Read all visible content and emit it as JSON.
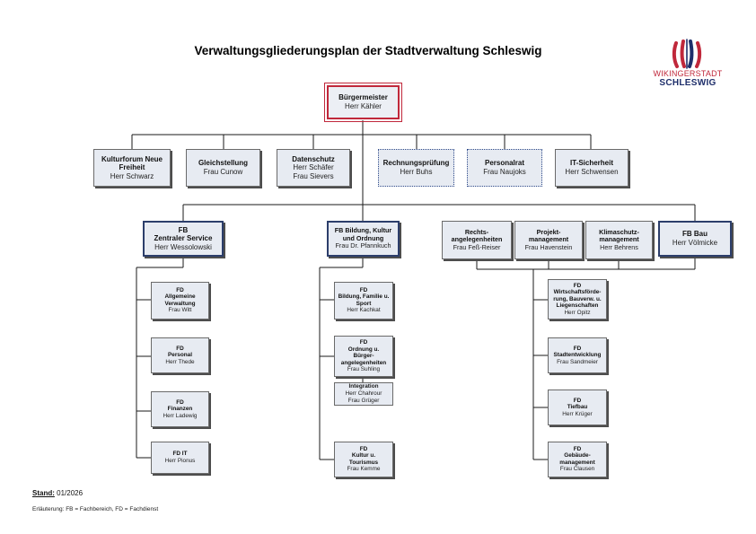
{
  "title": "Verwaltungsgliederungsplan der Stadtverwaltung Schleswig",
  "logo": {
    "line1": "WIKINGERSTADT",
    "line2": "SCHLESWIG",
    "color_red": "#c0283b",
    "color_navy": "#1f2f6b"
  },
  "mayor": {
    "name": "Bürgermeister",
    "person": "Herr Kähler"
  },
  "staff_units": [
    {
      "name": "Kulturforum Neue Freiheit",
      "person": "Herr Schwarz"
    },
    {
      "name": "Gleichstellung",
      "person": "Frau Cunow"
    },
    {
      "name": "Datenschutz",
      "person": "Herr Schäfer\nFrau Sievers"
    },
    {
      "name": "Rechnungsprüfung",
      "person": "Herr Buhs"
    },
    {
      "name": "Personalrat",
      "person": "Frau Naujoks"
    },
    {
      "name": "IT-Sicherheit",
      "person": "Herr Schwensen"
    }
  ],
  "departments": [
    {
      "name": "FB\nZentraler Service",
      "person": "Herr Wessolowski"
    },
    {
      "name": "FB Bildung, Kultur\nund Ordnung",
      "person": "Frau Dr. Pfannkuch"
    },
    {
      "name": "FB Bau",
      "person": "Herr Völmicke"
    }
  ],
  "bau_staff": [
    {
      "name": "Rechts-\nangelegenheiten",
      "person": "Frau Feß-Reiser"
    },
    {
      "name": "Projekt-\nmanagement",
      "person": "Frau Havenstein"
    },
    {
      "name": "Klimaschutz-\nmanagement",
      "person": "Herr Behrens"
    }
  ],
  "fd_zentral": [
    {
      "name": "FD\nAllgemeine\nVerwaltung",
      "person": "Frau Witt"
    },
    {
      "name": "FD\nPersonal",
      "person": "Herr Thede"
    },
    {
      "name": "FD\nFinanzen",
      "person": "Herr Ladewig"
    },
    {
      "name": "FD IT",
      "person": "Herr Pionus"
    }
  ],
  "fd_bildung": [
    {
      "name": "FD\nBildung, Familie u.\nSport",
      "person": "Herr Kachkat"
    },
    {
      "name": "FD\nOrdnung u.\nBürger-\nangelegenheiten",
      "person": "Frau Suhling"
    },
    {
      "name": "FD\nKultur u.\nTourismus",
      "person": "Frau Kemme"
    }
  ],
  "integration": {
    "name": "Integration",
    "person": "Herr Chahrour\nFrau Grüger"
  },
  "fd_bau": [
    {
      "name": "FD\nWirtschaftsförde-\nrung, Bauverw. u.\nLiegenschaften",
      "person": "Herr Opitz"
    },
    {
      "name": "FD\nStadtentwicklung",
      "person": "Frau Sandmeier"
    },
    {
      "name": "FD\nTiefbau",
      "person": "Herr Krüger"
    },
    {
      "name": "FD\nGebäude-\nmanagement",
      "person": "Frau Clausen"
    }
  ],
  "stand": {
    "label": "Stand:",
    "value": "01/2026"
  },
  "note": "Erläuterung: FB = Fachbereich, FD = Fachdienst"
}
